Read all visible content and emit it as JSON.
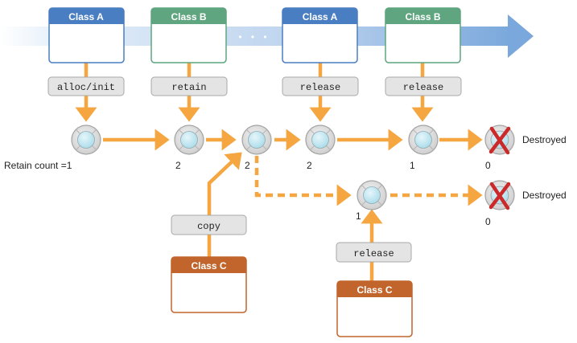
{
  "classes": {
    "a1": {
      "title": "Class A"
    },
    "b1": {
      "title": "Class B"
    },
    "a2": {
      "title": "Class A"
    },
    "b2": {
      "title": "Class B"
    },
    "c1": {
      "title": "Class C"
    },
    "c2": {
      "title": "Class C"
    }
  },
  "operations": {
    "alloc": "alloc/init",
    "retain": "retain",
    "release_a": "release",
    "release_b": "release",
    "copy": "copy",
    "release_c": "release"
  },
  "retain_count_label": "Retain count =1",
  "counts": {
    "n2": "2",
    "n3": "2",
    "n4": "2",
    "n5": "1",
    "n6": "0",
    "n7": "1",
    "n8": "0"
  },
  "destroyed_labels": {
    "top": "Destroyed",
    "bottom": "Destroyed"
  },
  "ellipsis": "• • •",
  "colors": {
    "class_a_header": "#4a7ec2",
    "class_b_header": "#5fa57f",
    "class_c_header": "#c2652c",
    "arrow_orange": "#f5a640",
    "timeline_blue": "#7aa8dc",
    "destroyed_x": "#cc2a2a"
  }
}
